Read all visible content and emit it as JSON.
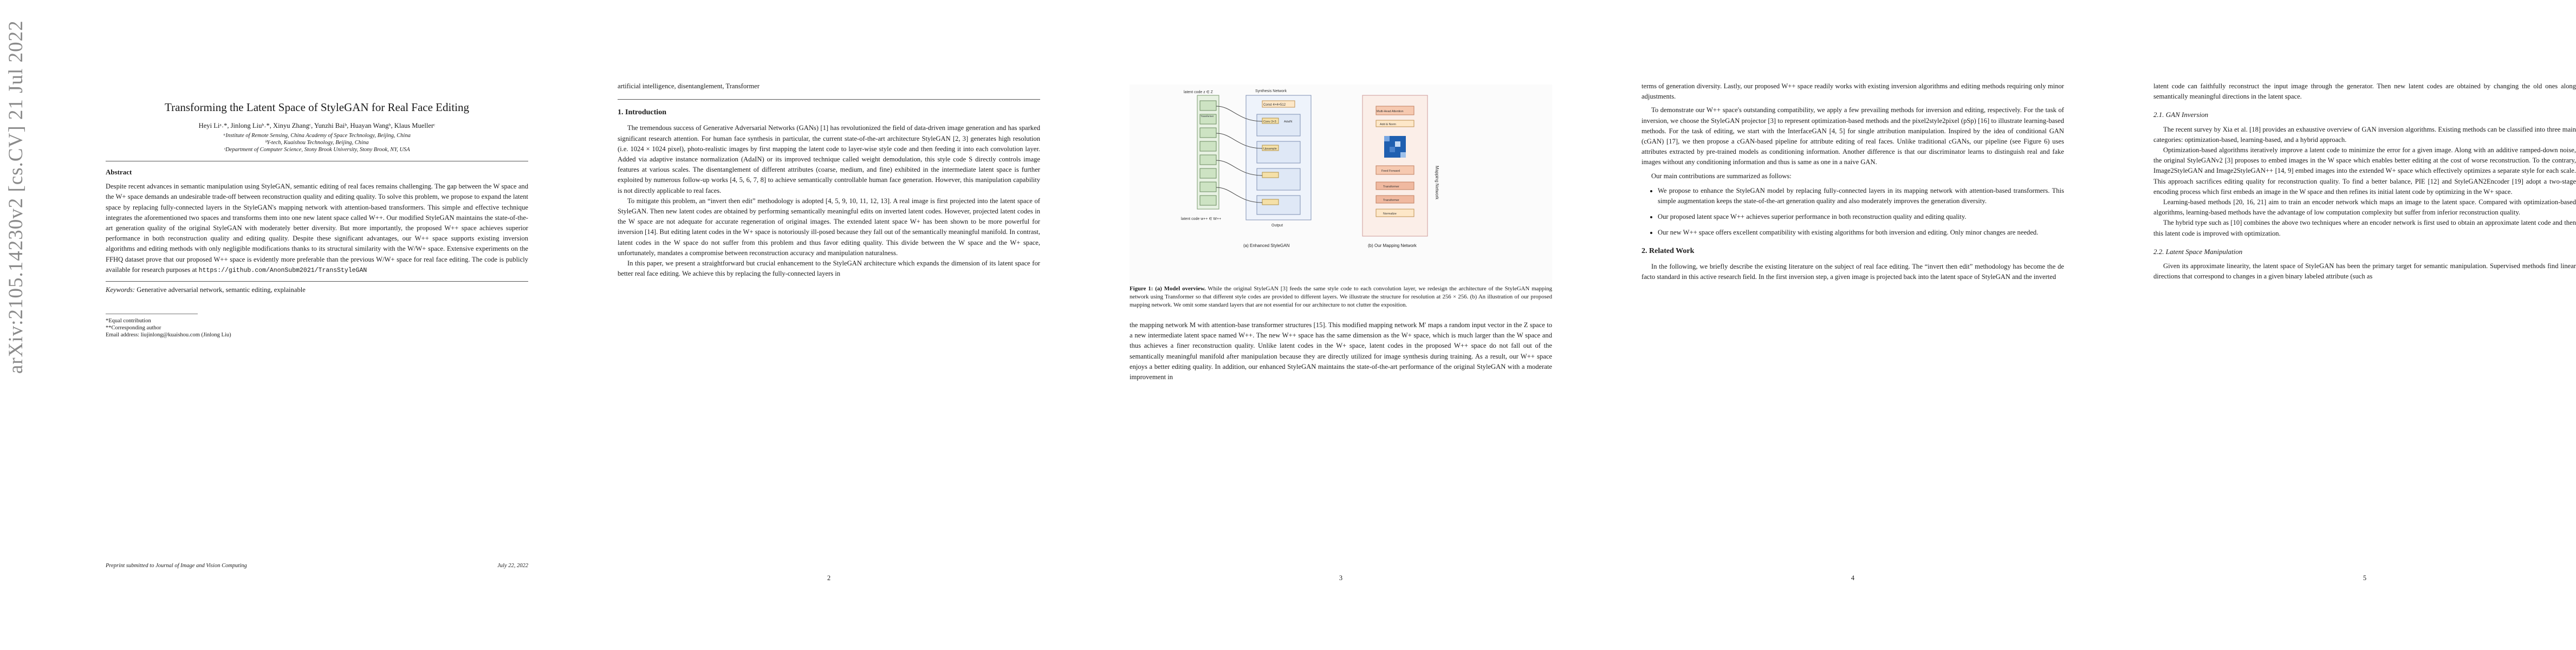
{
  "stamp": "arXiv:2105.14230v2  [cs.CV]  21 Jul 2022",
  "page1": {
    "title": "Transforming the Latent Space of StyleGAN for Real Face Editing",
    "authors": "Heyi Liᵃ˒*, Jinlong Liuᵇ˒*, Xinyu Zhangᶜ, Yunzhi Baiᵇ, Huayan Wangᵇ, Klaus Muellerᶜ",
    "affil_a": "ᵃInstitute of Remote Sensing, China Academy of Space Technology, Beijing, China",
    "affil_b": "ᵇY-tech, Kuaishou Technology, Beijing, China",
    "affil_c": "ᶜDepartment of Computer Science, Stony Brook University, Stony Brook, NY, USA",
    "abstract_heading": "Abstract",
    "abstract": "Despite recent advances in semantic manipulation using StyleGAN, semantic editing of real faces remains challenging. The gap between the W space and the W+ space demands an undesirable trade-off between reconstruction quality and editing quality. To solve this problem, we propose to expand the latent space by replacing fully-connected layers in the StyleGAN's mapping network with attention-based transformers. This simple and effective technique integrates the aforementioned two spaces and transforms them into one new latent space called W++. Our modified StyleGAN maintains the state-of-the-art generation quality of the original StyleGAN with moderately better diversity. But more importantly, the proposed W++ space achieves superior performance in both reconstruction quality and editing quality. Despite these significant advantages, our W++ space supports existing inversion algorithms and editing methods with only negligible modifications thanks to its structural similarity with the W/W+ space. Extensive experiments on the FFHQ dataset prove that our proposed W++ space is evidently more preferable than the previous W/W+ space for real face editing. The code is publicly available for research purposes at",
    "code_url": "https://github.com/AnonSubm2021/TransStyleGAN",
    "keywords_label": "Keywords:",
    "keywords": "Generative adversarial network, semantic editing, explainable",
    "fn_equal": "*Equal contribution",
    "fn_corr": "**Corresponding author",
    "fn_email": "Email address: liujinlong@kuaishou.com (Jinlong Liu)",
    "submitted": "Preprint submitted to Journal of Image and Vision Computing",
    "date": "July 22, 2022"
  },
  "page2": {
    "keywords_cont": "artificial intelligence, disentanglement, Transformer",
    "intro_heading": "1. Introduction",
    "p1": "The tremendous success of Generative Adversarial Networks (GANs) [1] has revolutionized the field of data-driven image generation and has sparked significant research attention. For human face synthesis in particular, the current state-of-the-art architecture StyleGAN [2, 3] generates high resolution (i.e. 1024 × 1024 pixel), photo-realistic images by first mapping the latent code to layer-wise style code and then feeding it into each convolution layer. Added via adaptive instance normalization (AdaIN) or its improved technique called weight demodulation, this style code S directly controls image features at various scales. The disentanglement of different attributes (coarse, medium, and fine) exhibited in the intermediate latent space is further exploited by numerous follow-up works [4, 5, 6, 7, 8] to achieve semantically controllable human face generation. However, this manipulation capability is not directly applicable to real faces.",
    "p2": "To mitigate this problem, an “invert then edit” methodology is adopted [4, 5, 9, 10, 11, 12, 13]. A real image is first projected into the latent space of StyleGAN. Then new latent codes are obtained by performing semantically meaningful edits on inverted latent codes. However, projected latent codes in the W space are not adequate for accurate regeneration of original images. The extended latent space W+ has been shown to be more powerful for inversion [14]. But editing latent codes in the W+ space is notoriously ill-posed because they fall out of the semantically meaningful manifold. In contrast, latent codes in the W space do not suffer from this problem and thus favor editing quality. This divide between the W space and the W+ space, unfortunately, mandates a compromise between reconstruction accuracy and manipulation naturalness.",
    "p3": "In this paper, we present a straightforward but crucial enhancement to the StyleGAN architecture which expands the dimension of its latent space for better real face editing. We achieve this by replacing the fully-connected layers in",
    "page_number": "2"
  },
  "page3": {
    "figure": {
      "panel_a_caption": "(a) Enhanced StyleGAN",
      "panel_b_caption": "(b) Our Mapping Network",
      "synthesis_label": "Synthesis Network",
      "mapping_label": "Mapping Network",
      "latent_label": "latent code z ∈ Z",
      "wpp_label": "latent code w++ ∈ W++",
      "const_label": "Const 4×4×512",
      "transformer_label": "Transformer",
      "normalize_label": "Normalize",
      "upsample_label": "Upsample",
      "conv_label": "Conv 3×3",
      "addnorm_label": "AdaIN",
      "output_label": "Output",
      "multihead_label": "Multi-Head Attention",
      "feedforward_label": "Feed Forward",
      "addn_label": "Add & Norm"
    },
    "caption_bold": "Figure 1: (a) Model overview.",
    "caption": "While the original StyleGAN [3] feeds the same style code to each convolution layer, we redesign the architecture of the StyleGAN mapping network using Transformer so that different style codes are provided to different layers. We illustrate the structure for resolution at 256 × 256. (b) An illustration of our proposed mapping network. We omit some standard layers that are not essential for our architecture to not clutter the exposition.",
    "p1": "the mapping network M with attention-base transformer structures [15]. This modified mapping network M′ maps a random input vector in the Z space to a new intermediate latent space named W++. The new W++ space has the same dimension as the W+ space, which is much larger than the W space and thus achieves a finer reconstruction quality. Unlike latent codes in the W+ space, latent codes in the proposed W++ space do not fall out of the semantically meaningful manifold after manipulation because they are directly utilized for image synthesis during training. As a result, our W++ space enjoys a better editing quality. In addition, our enhanced StyleGAN maintains the state-of-the-art performance of the original StyleGAN with a moderate improvement in",
    "page_number": "3"
  },
  "page4": {
    "p1": "terms of generation diversity. Lastly, our proposed W++ space readily works with existing inversion algorithms and editing methods requiring only minor adjustments.",
    "p2": "To demonstrate our W++ space's outstanding compatibility, we apply a few prevailing methods for inversion and editing, respectively. For the task of inversion, we choose the StyleGAN projector [3] to represent optimization-based methods and the pixel2style2pixel (pSp) [16] to illustrate learning-based methods. For the task of editing, we start with the InterfaceGAN [4, 5] for single attribution manipulation. Inspired by the idea of conditional GAN (cGAN) [17], we then propose a cGAN-based pipeline for attribute editing of real faces. Unlike traditional cGANs, our pipeline (see Figure 6) uses attributes extracted by pre-trained models as conditioning information. Another difference is that our discriminator learns to distinguish real and fake images without any conditioning information and thus is same as one in a naive GAN.",
    "p3": "Our main contributions are summarized as follows:",
    "bullets": [
      "We propose to enhance the StyleGAN model by replacing fully-connected layers in its mapping network with attention-based transformers. This simple augmentation keeps the state-of-the-art generation quality and also moderately improves the generation diversity.",
      "Our proposed latent space W++ achieves superior performance in both reconstruction quality and editing quality.",
      "Our new W++ space offers excellent compatibility with existing algorithms for both inversion and editing. Only minor changes are needed."
    ],
    "related_heading": "2. Related Work",
    "p4": "In the following, we briefly describe the existing literature on the subject of real face editing. The “invert then edit” methodology has become the de facto standard in this active research field. In the first inversion step, a given image is projected back into the latent space of StyleGAN and the inverted",
    "page_number": "4"
  },
  "page5": {
    "p1": "latent code can faithfully reconstruct the input image through the generator. Then new latent codes are obtained by changing the old ones along semantically meaningful directions in the latent space.",
    "sub1": "2.1. GAN Inversion",
    "p2": "The recent survey by Xia et al. [18] provides an exhaustive overview of GAN inversion algorithms. Existing methods can be classified into three main categories: optimization-based, learning-based, and a hybrid approach.",
    "p3": "Optimization-based algorithms iteratively improve a latent code to minimize the error for a given image. Along with an additive ramped-down noise, the original StyleGANv2 [3] proposes to embed images in the W space which enables better editing at the cost of worse reconstruction. To the contrary, Image2StyleGAN and Image2StyleGAN++ [14, 9] embed images into the extended W+ space which effectively optimizes a separate style for each scale. This approach sacrifices editing quality for reconstruction quality. To find a better balance, PIE [12] and StyleGAN2Encoder [19] adopt a two-stage encoding process which first embeds an image in the W space and then refines its initial latent code by optimizing in the W+ space.",
    "p4": "Learning-based methods [20, 16, 21] aim to train an encoder network which maps an image to the latent space. Compared with optimization-based algorithms, learning-based methods have the advantage of low computation complexity but suffer from inferior reconstruction quality.",
    "p5": "The hybrid type such as [10] combines the above two techniques where an encoder network is first used to obtain an approximate latent code and then this latent code is improved with optimization.",
    "sub2": "2.2. Latent Space Manipulation",
    "p6": "Given its approximate linearity, the latent space of StyleGAN has been the primary target for semantic manipulation. Supervised methods find linear directions that correspond to changes in a given binary labeled attribute (such as",
    "page_number": "5"
  }
}
